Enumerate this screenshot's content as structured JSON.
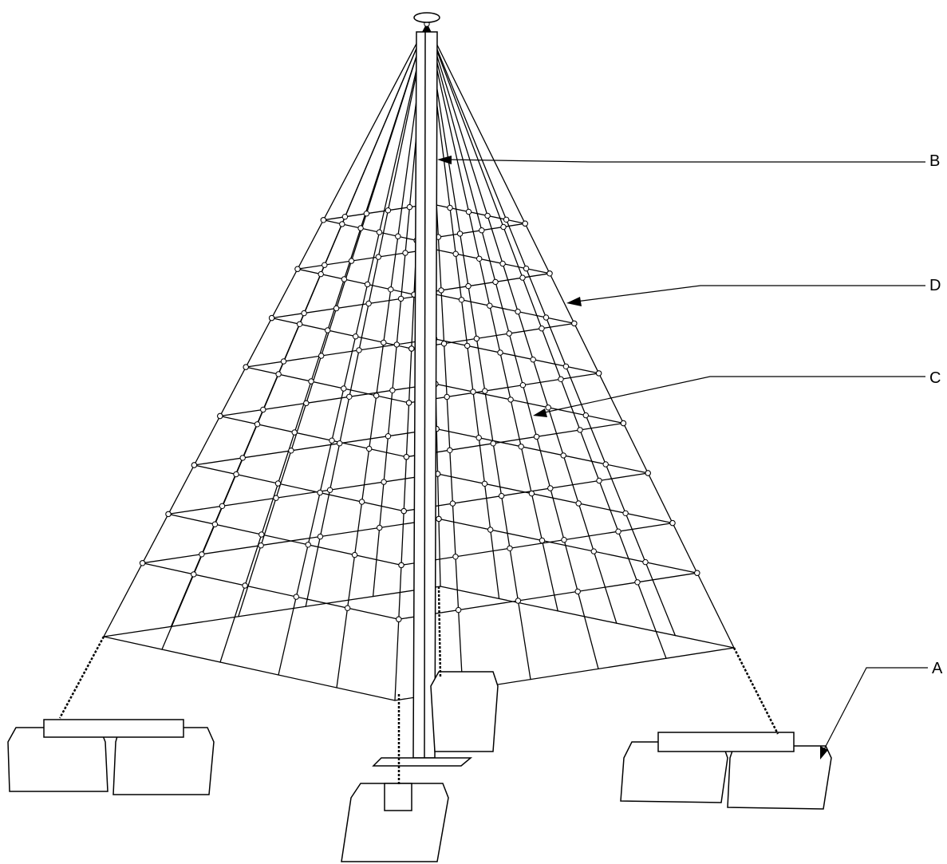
{
  "callouts": {
    "a": "A",
    "b": "B",
    "c": "C",
    "d": "D"
  },
  "colors": {
    "stroke": "#000000",
    "fill": "#ffffff"
  }
}
